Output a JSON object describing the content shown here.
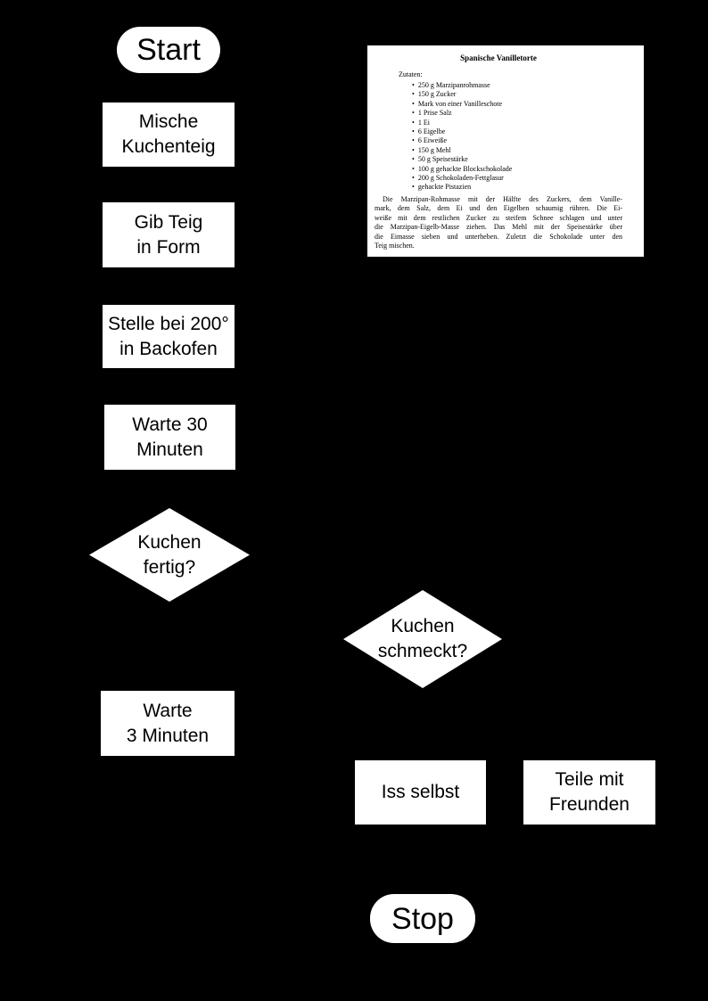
{
  "colors": {
    "background": "#000000",
    "node_fill": "#ffffff",
    "node_text": "#000000"
  },
  "flowchart": {
    "nodes": {
      "start": {
        "label": "Start"
      },
      "mische_kuchenteig": {
        "label": "Mische\nKuchenteig"
      },
      "gib_teig_in_form": {
        "label": "Gib Teig\nin Form"
      },
      "stelle_in_backofen": {
        "label": "Stelle bei 200°\nin Backofen"
      },
      "warte_30_minuten": {
        "label": "Warte 30\nMinuten"
      },
      "kuchen_fertig": {
        "label": "Kuchen\nfertig?"
      },
      "kuchen_schmeckt": {
        "label": "Kuchen\nschmeckt?"
      },
      "warte_3_minuten": {
        "label": "Warte\n3 Minuten"
      },
      "iss_selbst": {
        "label": "Iss selbst"
      },
      "teile_mit_freunden": {
        "label": "Teile mit\nFreunden"
      },
      "stop": {
        "label": "Stop"
      }
    }
  },
  "recipe_card": {
    "title": "Spanische Vanilletorte",
    "ingredients_heading": "Zutaten:",
    "ingredients": [
      "250 g Marzipanrohmasse",
      "150 g Zucker",
      "Mark von einer Vanilleschote",
      "1 Prise Salz",
      "1 Ei",
      "6 Eigelbe",
      "6 Eiweiße",
      "150 g Mehl",
      "50 g Speisestärke",
      "100 g gehackte Blockschokolade",
      "200 g Schokoladen-Fettglasur",
      "gehackte Pistazien"
    ],
    "instructions_lines": [
      "Die Marzipan-Rohmasse mit der Hälfte des Zuckers, dem Vanille-",
      "mark, dem Salz, dem Ei und den Eigelben schaumig rühren. Die Ei-",
      "weiße mit dem restlichen Zucker zu steifem Schnee schlagen und unter",
      "die Marzipan-Eigelb-Masse ziehen. Das Mehl mit der Speisestärke über",
      "die Eimasse sieben und unterheben. Zuletzt die Schokolade unter den",
      "Teig mischen."
    ]
  }
}
